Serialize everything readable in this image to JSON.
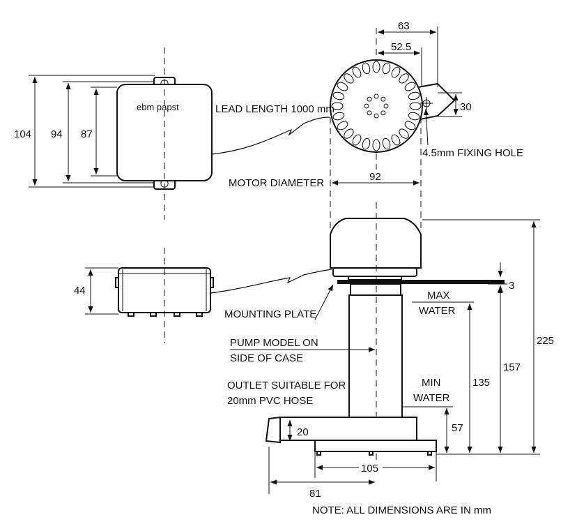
{
  "labels": {
    "brand": "ebm papst",
    "lead_length": "LEAD LENGTH 1000 mm",
    "fixing_hole": "4.5mm FIXING HOLE",
    "motor_diameter": "MOTOR DIAMETER",
    "mounting_plate": "MOUNTING PLATE",
    "pump_model_1": "PUMP MODEL ON",
    "pump_model_2": "SIDE OF CASE",
    "outlet_1": "OUTLET SUITABLE FOR",
    "outlet_2": "20mm PVC HOSE",
    "max_water_1": "MAX",
    "max_water_2": "WATER",
    "min_water_1": "MIN",
    "min_water_2": "WATER",
    "note": "NOTE: ALL DIMENSIONS ARE IN mm"
  },
  "dimensions": {
    "d63": "63",
    "d52_5": "52.5",
    "d30": "30",
    "d92": "92",
    "d104": "104",
    "d94": "94",
    "d87": "87",
    "d44": "44",
    "d3": "3",
    "d225": "225",
    "d157": "157",
    "d135": "135",
    "d57": "57",
    "d20": "20",
    "d105": "105",
    "d81": "81"
  }
}
